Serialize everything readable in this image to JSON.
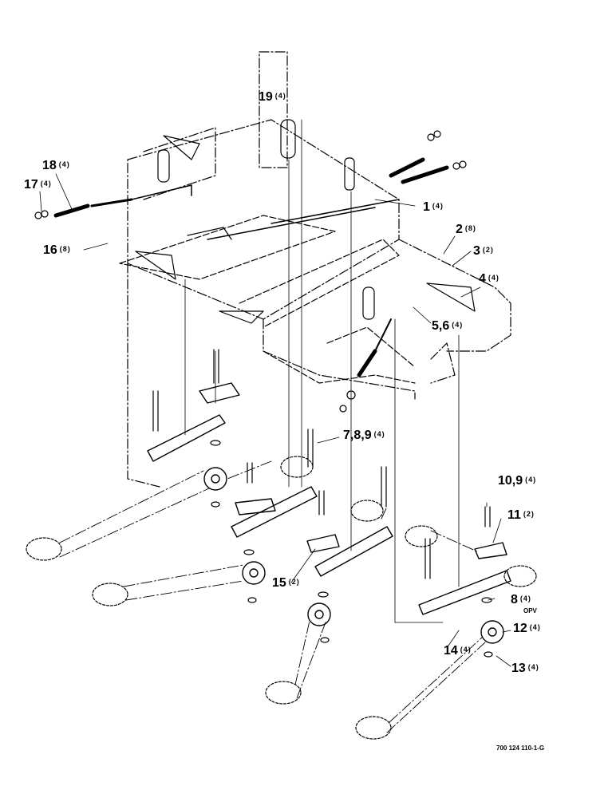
{
  "callouts": [
    {
      "num": "19",
      "qty": "(4)"
    },
    {
      "num": "18",
      "qty": "(4)"
    },
    {
      "num": "17",
      "qty": "(4)"
    },
    {
      "num": "16",
      "qty": "(8)"
    },
    {
      "num": "1",
      "qty": "(4)"
    },
    {
      "num": "2",
      "qty": "(8)"
    },
    {
      "num": "3",
      "qty": "(2)"
    },
    {
      "num": "4",
      "qty": "(4)"
    },
    {
      "num": "5,6",
      "qty": "(4)"
    },
    {
      "num": "7,8,9",
      "qty": "(4)"
    },
    {
      "num": "10,9",
      "qty": "(4)"
    },
    {
      "num": "11",
      "qty": "(2)"
    },
    {
      "num": "8",
      "qty": "(4)"
    },
    {
      "num": "12",
      "qty": "(4)"
    },
    {
      "num": "13",
      "qty": "(4)"
    },
    {
      "num": "14",
      "qty": "(4)"
    },
    {
      "num": "15",
      "qty": "(2)"
    }
  ],
  "note_opv": "OPV",
  "drawing_number": "700 124 110-1-G"
}
